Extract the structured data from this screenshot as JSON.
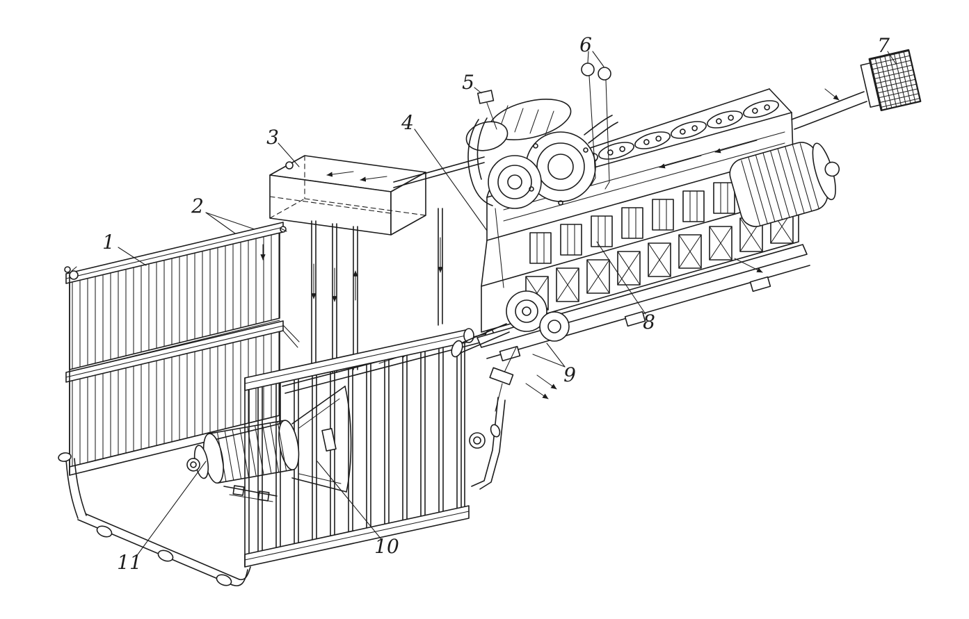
{
  "figure": {
    "colors": {
      "ink": "#1c1c1c",
      "paper": "#ffffff"
    },
    "labels": [
      {
        "id": "1",
        "text": "1"
      },
      {
        "id": "2",
        "text": "2"
      },
      {
        "id": "3",
        "text": "3"
      },
      {
        "id": "4",
        "text": "4"
      },
      {
        "id": "5",
        "text": "5"
      },
      {
        "id": "6",
        "text": "6"
      },
      {
        "id": "7",
        "text": "7"
      },
      {
        "id": "8",
        "text": "8"
      },
      {
        "id": "9",
        "text": "9"
      },
      {
        "id": "10",
        "text": "10"
      },
      {
        "id": "11",
        "text": "11"
      }
    ]
  }
}
